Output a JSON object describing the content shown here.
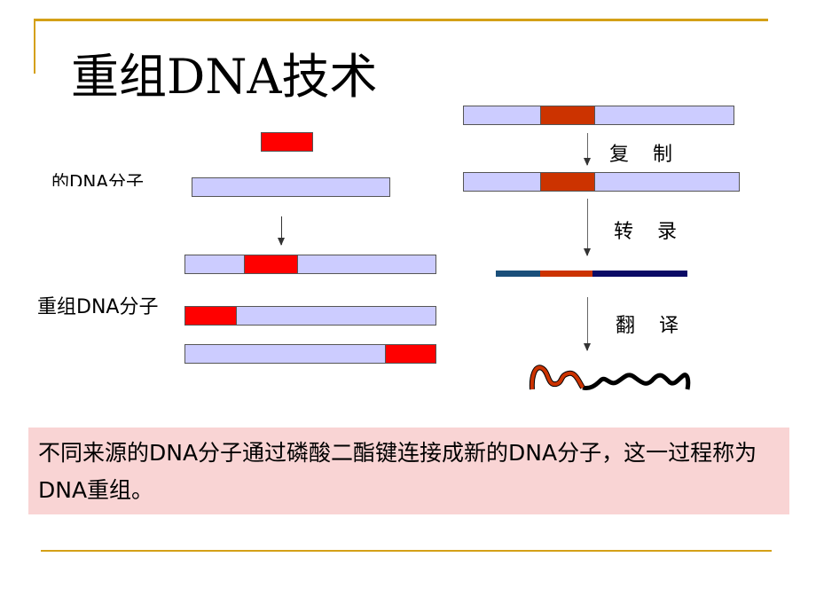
{
  "title": "重组DNA技术",
  "left_labels": {
    "donor_dna": "的DNA分子",
    "recombinant": "重组DNA分子"
  },
  "steps": {
    "replication": "复 制",
    "transcription": "转 录",
    "translation": "翻 译"
  },
  "definition": "不同来源的DNA分子通过磷酸二酯键连接成新的DNA分子，这一过程称为DNA重组。",
  "colors": {
    "accent_line": "#d4a017",
    "dna_bar": "#ccccff",
    "insert_red": "#ff0000",
    "insert_orange": "#cc3300",
    "definition_bg": "#f9d4d4",
    "mrna_dark": "#0a0a66",
    "mrna_teal": "#1a4f7a"
  }
}
